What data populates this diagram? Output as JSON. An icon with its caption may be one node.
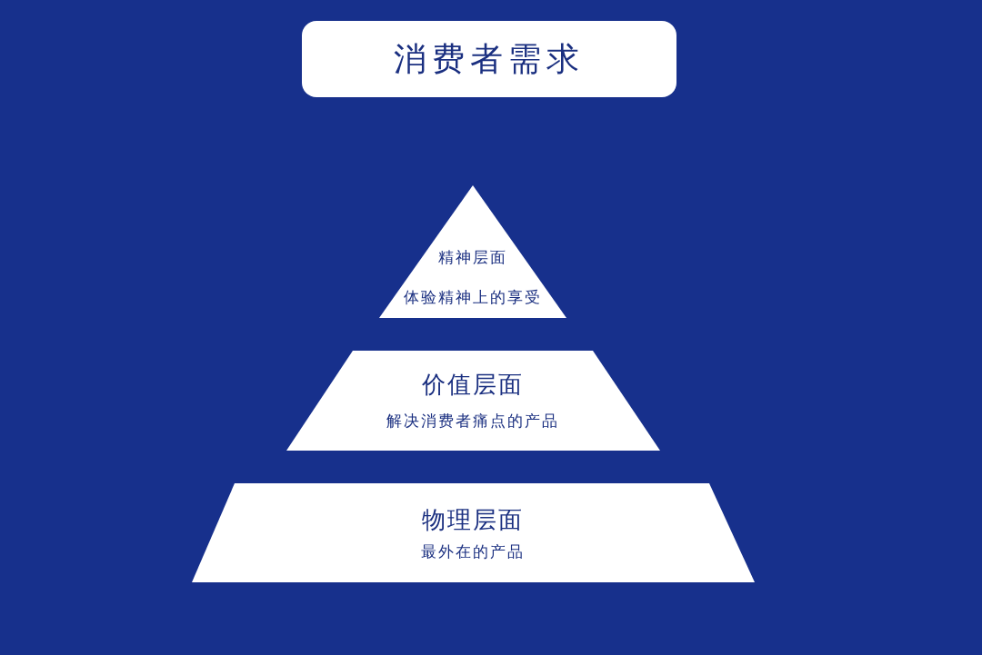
{
  "diagram": {
    "title": "消费者需求",
    "nodes": [
      {
        "text": [
          "精神层面",
          "体验精神上的享受"
        ]
      },
      {
        "text": [
          "价值层面",
          "解决消费者痛点的产品"
        ]
      },
      {
        "text": [
          "物理层面",
          "最外在的产品"
        ]
      }
    ]
  }
}
